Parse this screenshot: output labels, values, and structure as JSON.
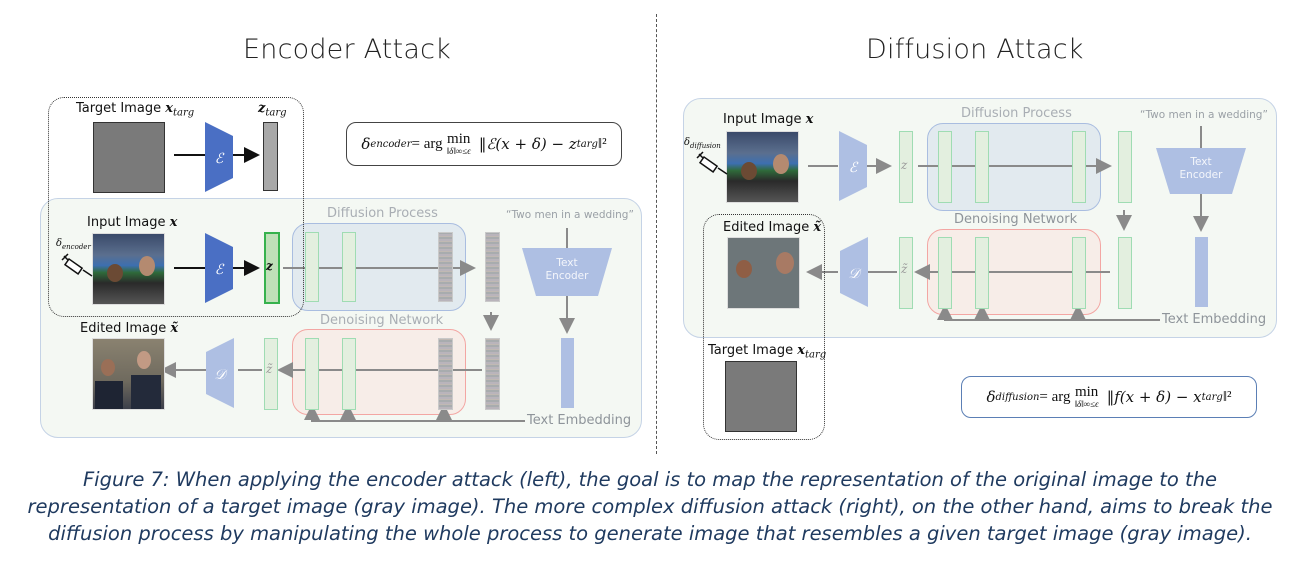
{
  "left": {
    "title": "Encoder Attack",
    "target_label": "Target Image ",
    "target_symbol": "x",
    "target_sub": "targ",
    "z_targ_symbol": "z",
    "z_targ_sub": "targ",
    "encoder_symbol": "ℰ",
    "input_label": "Input Image ",
    "input_symbol": "x",
    "delta_label": "δ",
    "delta_sub": "encoder",
    "z_symbol": "z",
    "diffusion_process": "Diffusion Process",
    "denoising_network": "Denoising Network",
    "prompt": "“Two men in a wedding”",
    "text_encoder": "Text Encoder",
    "text_embedding": "Text Embedding",
    "edited_label": "Edited Image ",
    "edited_symbol": "x̃",
    "decoder_symbol": "𝒟",
    "z_tilde_symbol": "z̃",
    "formula": {
      "lhs": "δ",
      "lhs_sub": "encoder",
      "eq": " = arg ",
      "min": "min",
      "constraint": "‖δ‖∞≤ϵ",
      "body": "‖ℰ(x + δ) − z",
      "body_sub": "targ",
      "tail": "‖²"
    }
  },
  "right": {
    "title": "Diffusion Attack",
    "input_label": "Input Image ",
    "input_symbol": "x",
    "delta_label": "δ",
    "delta_sub": "diffusion",
    "encoder_symbol": "ℰ",
    "z_symbol": "z",
    "diffusion_process": "Diffusion Process",
    "denoising_network": "Denoising Network",
    "prompt": "“Two men in a wedding”",
    "text_encoder": "Text Encoder",
    "text_embedding": "Text Embedding",
    "edited_label": "Edited Image ",
    "edited_symbol": "x̃",
    "decoder_symbol": "𝒟",
    "z_tilde_symbol": "z̃",
    "target_label": "Target Image ",
    "target_symbol": "x",
    "target_sub": "targ",
    "formula": {
      "lhs": "δ",
      "lhs_sub": "diffusion",
      "eq": " = arg ",
      "min": "min",
      "constraint": "‖δ‖∞≤ϵ",
      "body": "‖f(x + δ) − x",
      "body_sub": "targ",
      "tail": "‖²"
    }
  },
  "caption": {
    "line1": "Figure 7: When applying the encoder attack (left), the goal is to map the representation of the original image to the",
    "line2": "representation of a target image (gray image). The more complex diffusion attack (right), on the other hand, aims to break the",
    "line3": "diffusion process by manipulating the whole process to generate image that resembles a given target image (gray image)."
  },
  "colors": {
    "encoder_active": "#4a6fc4",
    "encoder_faded": "#aebfe3",
    "caption": "#1f3a5f",
    "panel_bg": "#f4f8f3",
    "panel_border": "#c5d3e6",
    "diffusion_box": "#a9bde0",
    "denoising_box": "#f3a6a3",
    "latent_green": "#36b24d"
  }
}
